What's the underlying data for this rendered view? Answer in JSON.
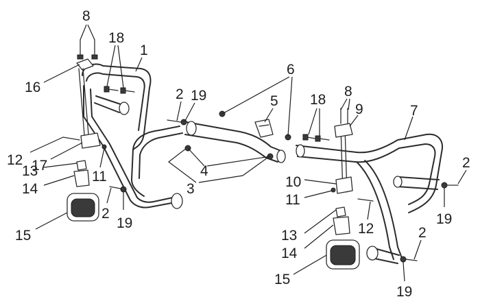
{
  "diagram": {
    "callouts": [
      {
        "id": "c8a",
        "label": "8"
      },
      {
        "id": "c18a",
        "label": "18"
      },
      {
        "id": "c1",
        "label": "1"
      },
      {
        "id": "c16",
        "label": "16"
      },
      {
        "id": "c2a",
        "label": "2"
      },
      {
        "id": "c19a",
        "label": "19"
      },
      {
        "id": "c6",
        "label": "6"
      },
      {
        "id": "c5",
        "label": "5"
      },
      {
        "id": "c18b",
        "label": "18"
      },
      {
        "id": "c8b",
        "label": "8"
      },
      {
        "id": "c9",
        "label": "9"
      },
      {
        "id": "c7",
        "label": "7"
      },
      {
        "id": "c12a",
        "label": "12"
      },
      {
        "id": "c17",
        "label": "17"
      },
      {
        "id": "c11a",
        "label": "11"
      },
      {
        "id": "c4",
        "label": "4"
      },
      {
        "id": "c13a",
        "label": "13"
      },
      {
        "id": "c14a",
        "label": "14"
      },
      {
        "id": "c3",
        "label": "3"
      },
      {
        "id": "c10",
        "label": "10"
      },
      {
        "id": "c11b",
        "label": "11"
      },
      {
        "id": "c2b",
        "label": "2"
      },
      {
        "id": "c19b",
        "label": "19"
      },
      {
        "id": "c15a",
        "label": "15"
      },
      {
        "id": "c12b",
        "label": "12"
      },
      {
        "id": "c2c",
        "label": "2"
      },
      {
        "id": "c19c",
        "label": "19"
      },
      {
        "id": "c13b",
        "label": "13"
      },
      {
        "id": "c14b",
        "label": "14"
      },
      {
        "id": "c2d",
        "label": "2"
      },
      {
        "id": "c15b",
        "label": "15"
      },
      {
        "id": "c19d",
        "label": "19"
      }
    ]
  }
}
